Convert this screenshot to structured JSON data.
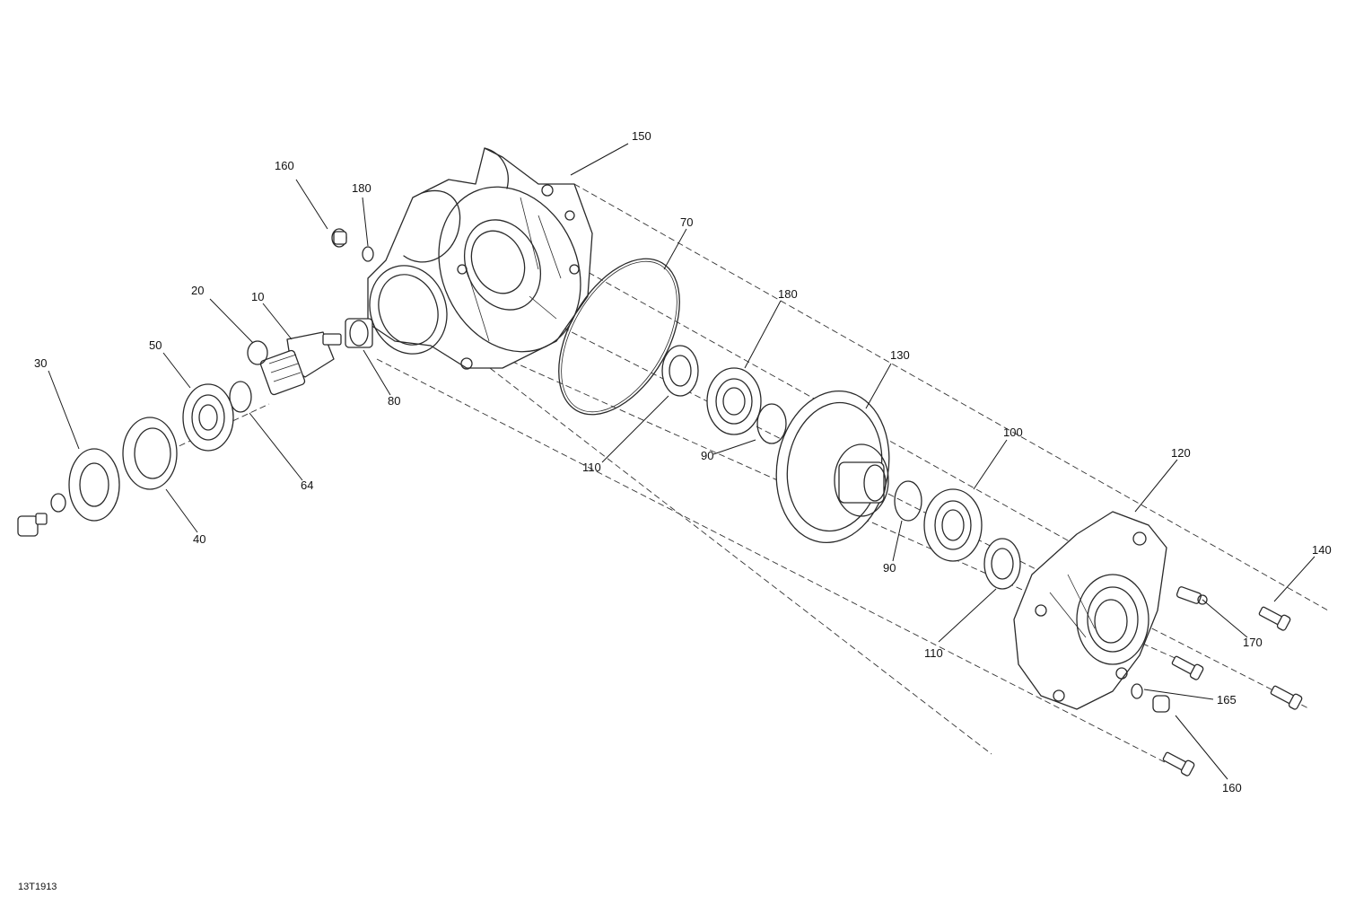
{
  "diagram_ref": "13T1913",
  "callouts": [
    {
      "id": "c150",
      "text": "150"
    },
    {
      "id": "c160a",
      "text": "160"
    },
    {
      "id": "c180a",
      "text": "180"
    },
    {
      "id": "c70",
      "text": "70"
    },
    {
      "id": "c20",
      "text": "20"
    },
    {
      "id": "c10",
      "text": "10"
    },
    {
      "id": "c180b",
      "text": "180"
    },
    {
      "id": "c50",
      "text": "50"
    },
    {
      "id": "c30",
      "text": "30"
    },
    {
      "id": "c80",
      "text": "80"
    },
    {
      "id": "c130",
      "text": "130"
    },
    {
      "id": "c64",
      "text": "64"
    },
    {
      "id": "c110a",
      "text": "110"
    },
    {
      "id": "c90a",
      "text": "90"
    },
    {
      "id": "c100",
      "text": "100"
    },
    {
      "id": "c120",
      "text": "120"
    },
    {
      "id": "c40",
      "text": "40"
    },
    {
      "id": "c90b",
      "text": "90"
    },
    {
      "id": "c140",
      "text": "140"
    },
    {
      "id": "c170",
      "text": "170"
    },
    {
      "id": "c110b",
      "text": "110"
    },
    {
      "id": "c165",
      "text": "165"
    },
    {
      "id": "c160b",
      "text": "160"
    }
  ]
}
